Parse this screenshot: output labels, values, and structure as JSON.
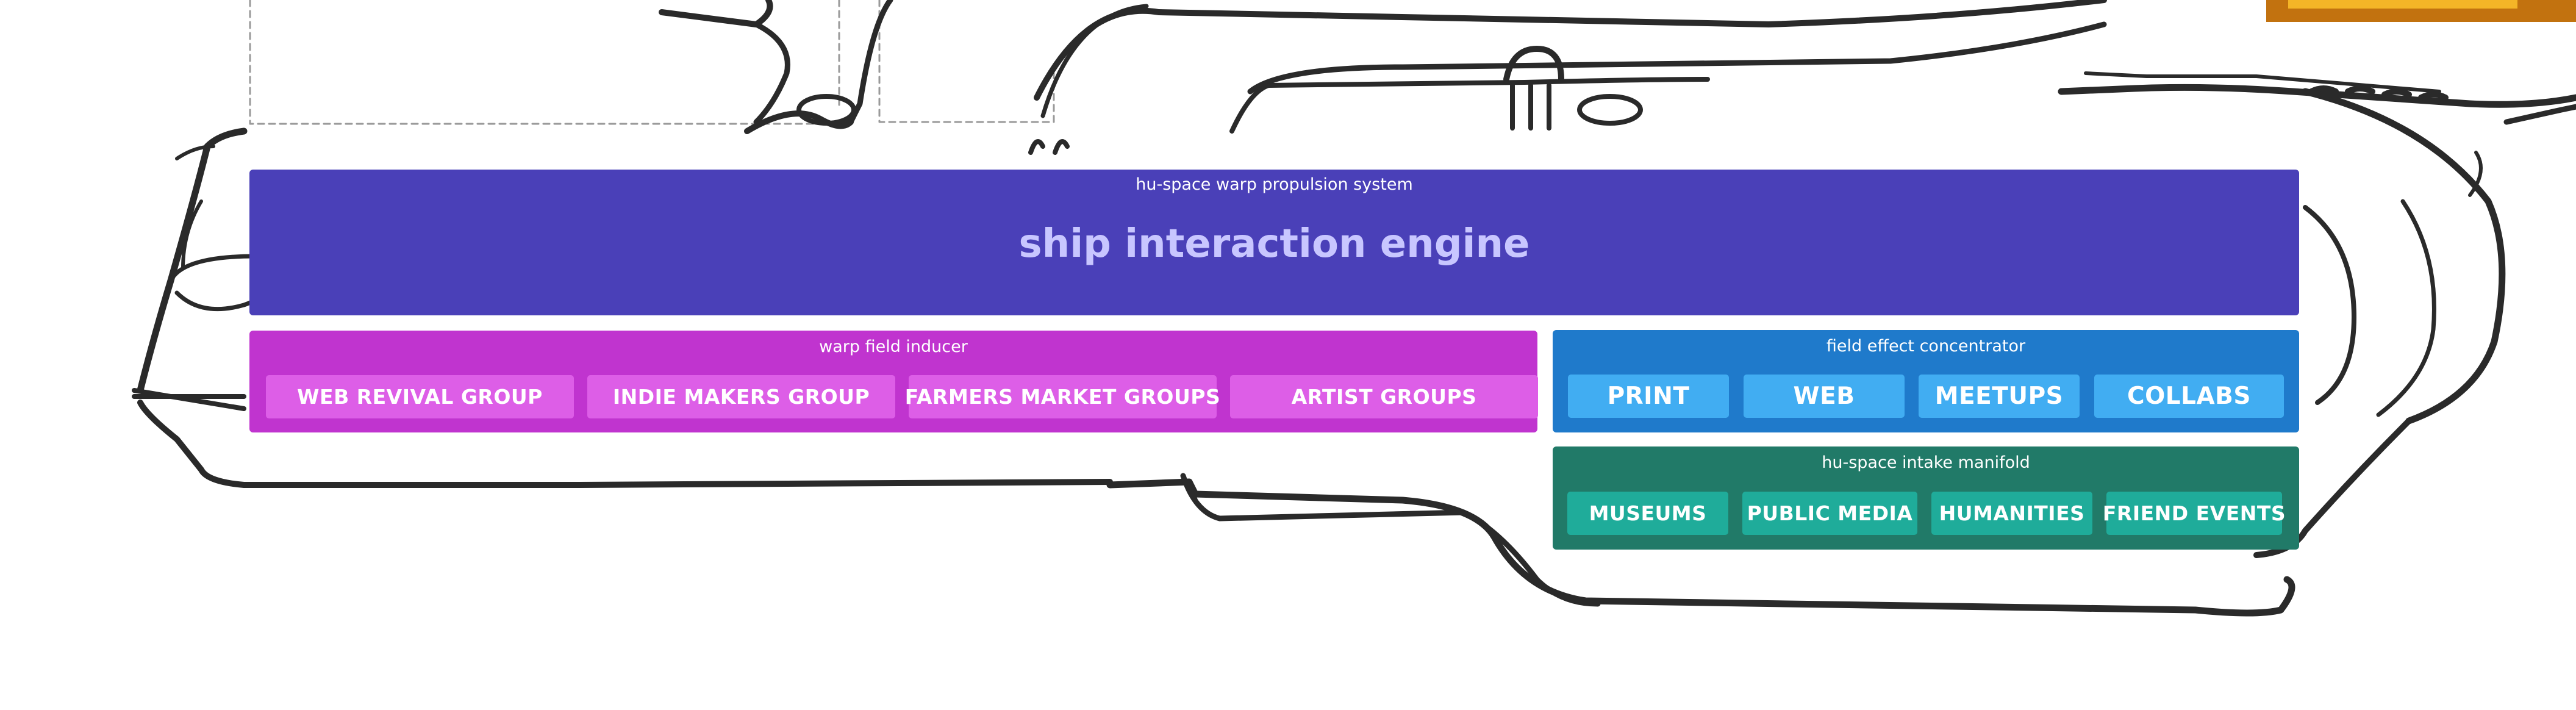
{
  "engine": {
    "label": "hu-space warp propulsion system",
    "title": "ship interaction engine"
  },
  "warp_field_inducer": {
    "label": "warp field inducer",
    "groups": [
      "WEB REVIVAL GROUP",
      "INDIE MAKERS GROUP",
      "FARMERS MARKET GROUPS",
      "ARTIST GROUPS"
    ]
  },
  "field_effect_concentrator": {
    "label": "field effect concentrator",
    "items": [
      "PRINT",
      "WEB",
      "MEETUPS",
      "COLLABS"
    ]
  },
  "intake_manifold": {
    "label": "hu-space intake manifold",
    "items": [
      "MUSEUMS",
      "PUBLIC MEDIA",
      "HUMANITIES",
      "FRIEND EVENTS"
    ]
  },
  "colors": {
    "engine": "#4a40b8",
    "warp": "#c034cf",
    "warp_button": "#dd5ee7",
    "field": "#1f7acb",
    "field_button": "#41adf2",
    "intake": "#217a68",
    "intake_button": "#1fac9a",
    "corner_orange": "#c2720f",
    "corner_yellow": "#f4b527"
  }
}
